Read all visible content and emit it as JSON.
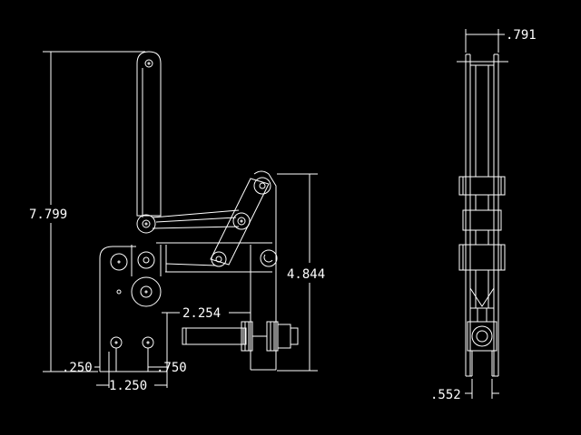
{
  "drawing": {
    "background": "#000000",
    "line_color": "#ffffff",
    "dimensions": {
      "overall_height": "7.799",
      "height_to_mount": "4.844",
      "plunger_offset": "2.254",
      "left_edge": ".250",
      "hole_offset": ".750",
      "hole_spacing": "1.250",
      "top_width": ".791",
      "base_width": ".552"
    }
  }
}
